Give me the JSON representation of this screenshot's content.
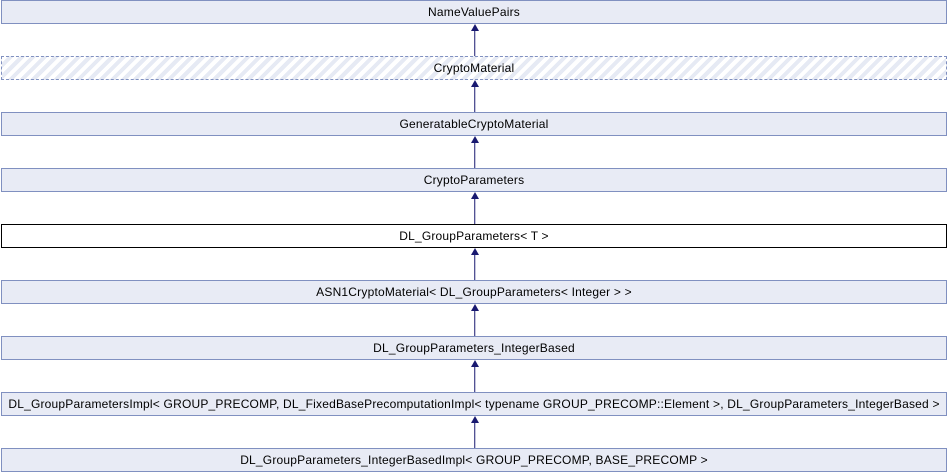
{
  "diagram": {
    "kind": "class-inheritance-graph",
    "colors": {
      "node_fill": "#e8ebf5",
      "node_border": "#8090c0",
      "current_node_fill": "#ffffff",
      "current_node_border": "#000000",
      "arrow": "#191970",
      "background": "#ffffff"
    },
    "nodes": [
      {
        "label": "NameValuePairs",
        "style": "solid"
      },
      {
        "label": "CryptoMaterial",
        "style": "hatched-dashed"
      },
      {
        "label": "GeneratableCryptoMaterial",
        "style": "solid"
      },
      {
        "label": "CryptoParameters",
        "style": "solid"
      },
      {
        "label": "DL_GroupParameters< T >",
        "style": "current"
      },
      {
        "label": "ASN1CryptoMaterial< DL_GroupParameters< Integer > >",
        "style": "solid"
      },
      {
        "label": "DL_GroupParameters_IntegerBased",
        "style": "solid"
      },
      {
        "label": "DL_GroupParametersImpl< GROUP_PRECOMP, DL_FixedBasePrecomputationImpl< typename GROUP_PRECOMP::Element >, DL_GroupParameters_IntegerBased >",
        "style": "solid"
      },
      {
        "label": "DL_GroupParameters_IntegerBasedImpl< GROUP_PRECOMP, BASE_PRECOMP >",
        "style": "solid"
      }
    ],
    "edges": [
      {
        "from": "CryptoMaterial",
        "to": "NameValuePairs",
        "type": "inherits"
      },
      {
        "from": "GeneratableCryptoMaterial",
        "to": "CryptoMaterial",
        "type": "inherits"
      },
      {
        "from": "CryptoParameters",
        "to": "GeneratableCryptoMaterial",
        "type": "inherits"
      },
      {
        "from": "DL_GroupParameters< T >",
        "to": "CryptoParameters",
        "type": "inherits"
      },
      {
        "from": "ASN1CryptoMaterial< DL_GroupParameters< Integer > >",
        "to": "DL_GroupParameters< T >",
        "type": "inherits"
      },
      {
        "from": "DL_GroupParameters_IntegerBased",
        "to": "ASN1CryptoMaterial< DL_GroupParameters< Integer > >",
        "type": "inherits"
      },
      {
        "from": "DL_GroupParametersImpl< GROUP_PRECOMP, DL_FixedBasePrecomputationImpl< typename GROUP_PRECOMP::Element >, DL_GroupParameters_IntegerBased >",
        "to": "DL_GroupParameters_IntegerBased",
        "type": "inherits"
      },
      {
        "from": "DL_GroupParameters_IntegerBasedImpl< GROUP_PRECOMP, BASE_PRECOMP >",
        "to": "DL_GroupParametersImpl< GROUP_PRECOMP, DL_FixedBasePrecomputationImpl< typename GROUP_PRECOMP::Element >, DL_GroupParameters_IntegerBased >",
        "type": "inherits"
      }
    ]
  }
}
